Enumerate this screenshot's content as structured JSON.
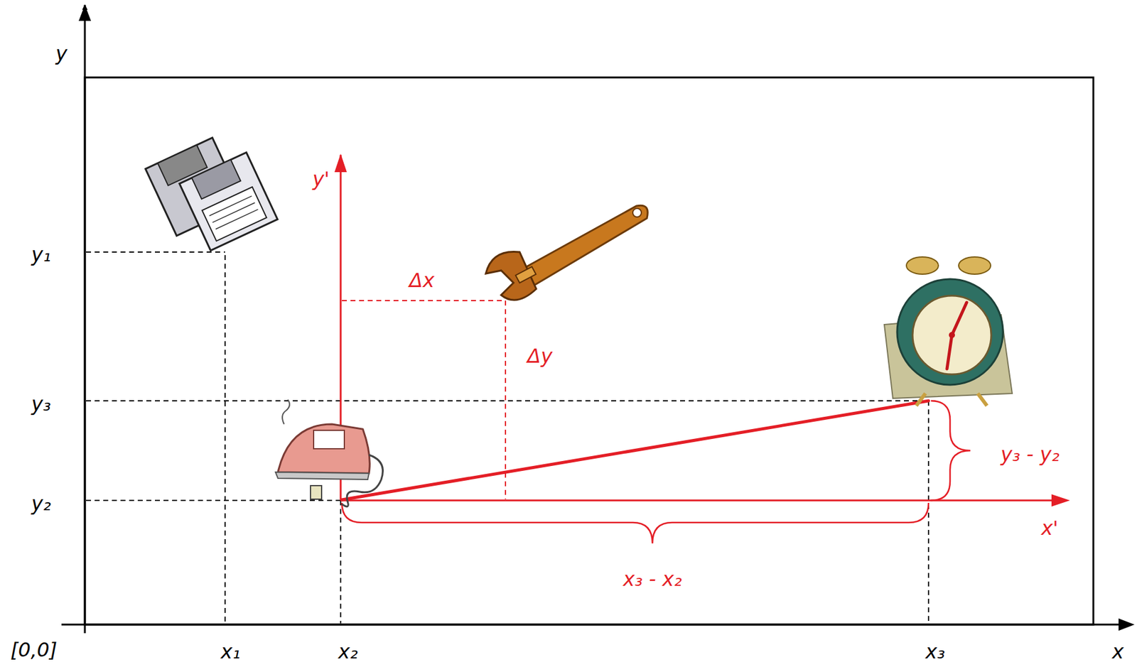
{
  "diagram": {
    "labels": [
      "y",
      "y₁",
      "y₃",
      "y₂",
      "[0,0]",
      "x₁",
      "x₂",
      "x₃",
      "x",
      "y'",
      "Δx",
      "Δy",
      "y₃ - y₂",
      "x'",
      "x₃ - x₂"
    ]
  }
}
